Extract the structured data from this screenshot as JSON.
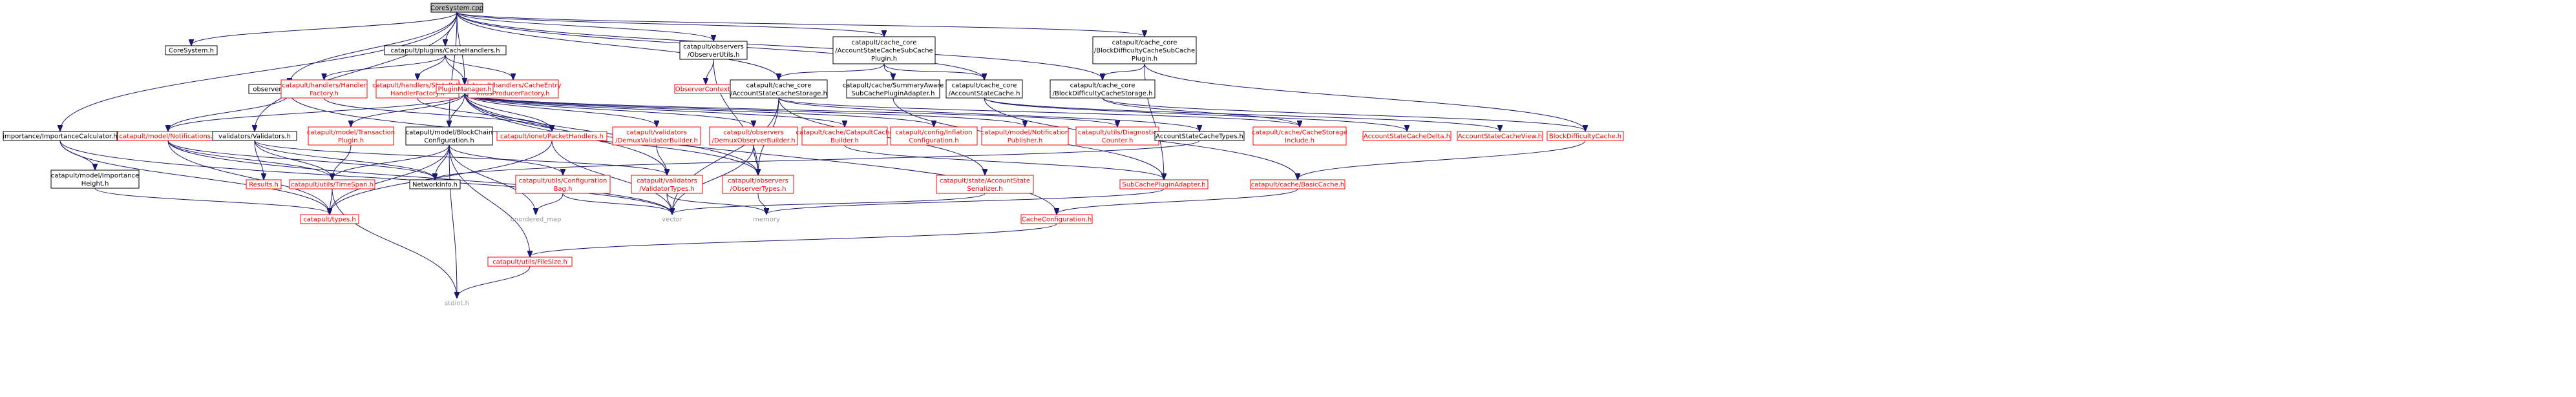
{
  "graph": {
    "colors": {
      "edge": "#191970",
      "box_border_black": "#000000",
      "box_border_red": "#ff0000",
      "root_fill": "#bfbfbf",
      "text_red": "#ff0000",
      "text_gray": "#9a9a9a"
    },
    "nodes": [
      {
        "id": "core_system_cpp",
        "lines": [
          "CoreSystem.cpp"
        ],
        "style": "root"
      },
      {
        "id": "core_system_h",
        "lines": [
          "CoreSystem.h"
        ],
        "style": "black"
      },
      {
        "id": "cache_handlers_h",
        "lines": [
          "catapult/plugins/CacheHandlers.h"
        ],
        "style": "black"
      },
      {
        "id": "observer_utils_h",
        "lines": [
          "catapult/observers",
          "/ObserverUtils.h"
        ],
        "style": "black"
      },
      {
        "id": "acct_cache_subcache_plugin_h",
        "lines": [
          "catapult/cache_core",
          "/AccountStateCacheSubCache",
          "Plugin.h"
        ],
        "style": "black"
      },
      {
        "id": "blockdiff_subcache_plugin_h",
        "lines": [
          "catapult/cache_core",
          "/BlockDifficultyCacheSubCache",
          "Plugin.h"
        ],
        "style": "black"
      },
      {
        "id": "observers_h",
        "lines": [
          "observers/Observers.h"
        ],
        "style": "black"
      },
      {
        "id": "handler_factory_h",
        "lines": [
          "catapult/handlers/Handler",
          "Factory.h"
        ],
        "style": "red"
      },
      {
        "id": "statepath_handler_factory_h",
        "lines": [
          "catapult/handlers/StatePath",
          "HandlerFactory.h"
        ],
        "style": "red"
      },
      {
        "id": "cacheentry_infos_factory_h",
        "lines": [
          "catapult/handlers/CacheEntry",
          "InfosProducerFactory.h"
        ],
        "style": "red"
      },
      {
        "id": "plugin_manager_h",
        "lines": [
          "PluginManager.h"
        ],
        "style": "red"
      },
      {
        "id": "observer_context_h",
        "lines": [
          "ObserverContext.h"
        ],
        "style": "red"
      },
      {
        "id": "account_state_cache_storage_h",
        "lines": [
          "catapult/cache_core",
          "/AccountStateCacheStorage.h"
        ],
        "style": "black"
      },
      {
        "id": "summary_aware_adapter_h",
        "lines": [
          "catapult/cache/SummaryAware",
          "SubCachePluginAdapter.h"
        ],
        "style": "black"
      },
      {
        "id": "account_state_cache_h",
        "lines": [
          "catapult/cache_core",
          "/AccountStateCache.h"
        ],
        "style": "black"
      },
      {
        "id": "blockdiff_cache_storage_h",
        "lines": [
          "catapult/cache_core",
          "/BlockDifficultyCacheStorage.h"
        ],
        "style": "black"
      },
      {
        "id": "importance_calculator_h",
        "lines": [
          "importance/ImportanceCalculator.h"
        ],
        "style": "black"
      },
      {
        "id": "model_notifications_h",
        "lines": [
          "catapult/model/Notifications.h"
        ],
        "style": "red"
      },
      {
        "id": "validators_h",
        "lines": [
          "validators/Validators.h"
        ],
        "style": "black"
      },
      {
        "id": "transaction_plugin_h",
        "lines": [
          "catapult/model/Transaction",
          "Plugin.h"
        ],
        "style": "red"
      },
      {
        "id": "blockchain_config_h",
        "lines": [
          "catapult/model/BlockChain",
          "Configuration.h"
        ],
        "style": "black"
      },
      {
        "id": "packet_handlers_h",
        "lines": [
          "catapult/ionet/PacketHandlers.h"
        ],
        "style": "red"
      },
      {
        "id": "demux_validator_builder_h",
        "lines": [
          "catapult/validators",
          "/DemuxValidatorBuilder.h"
        ],
        "style": "red"
      },
      {
        "id": "demux_observer_builder_h",
        "lines": [
          "catapult/observers",
          "/DemuxObserverBuilder.h"
        ],
        "style": "red"
      },
      {
        "id": "catapult_cache_builder_h",
        "lines": [
          "catapult/cache/CatapultCache",
          "Builder.h"
        ],
        "style": "red"
      },
      {
        "id": "inflation_config_h",
        "lines": [
          "catapult/config/Inflation",
          "Configuration.h"
        ],
        "style": "red"
      },
      {
        "id": "notification_publisher_h",
        "lines": [
          "catapult/model/Notification",
          "Publisher.h"
        ],
        "style": "red"
      },
      {
        "id": "diagnostic_counter_h",
        "lines": [
          "catapult/utils/Diagnostic",
          "Counter.h"
        ],
        "style": "red"
      },
      {
        "id": "account_state_cache_types_h",
        "lines": [
          "AccountStateCacheTypes.h"
        ],
        "style": "black"
      },
      {
        "id": "cache_storage_include_h",
        "lines": [
          "catapult/cache/CacheStorage",
          "Include.h"
        ],
        "style": "red"
      },
      {
        "id": "account_state_cache_delta_h",
        "lines": [
          "AccountStateCacheDelta.h"
        ],
        "style": "red"
      },
      {
        "id": "account_state_cache_view_h",
        "lines": [
          "AccountStateCacheView.h"
        ],
        "style": "red"
      },
      {
        "id": "block_difficulty_cache_h",
        "lines": [
          "BlockDifficultyCache.h"
        ],
        "style": "red"
      },
      {
        "id": "model_importance_height_h",
        "lines": [
          "catapult/model/Importance",
          "Height.h"
        ],
        "style": "black"
      },
      {
        "id": "results_h",
        "lines": [
          "Results.h"
        ],
        "style": "red"
      },
      {
        "id": "time_span_h",
        "lines": [
          "catapult/utils/TimeSpan.h"
        ],
        "style": "red"
      },
      {
        "id": "network_info_h",
        "lines": [
          "NetworkInfo.h"
        ],
        "style": "black"
      },
      {
        "id": "config_bag_h",
        "lines": [
          "catapult/utils/Configuration",
          "Bag.h"
        ],
        "style": "red"
      },
      {
        "id": "validator_types_h",
        "lines": [
          "catapult/validators",
          "/ValidatorTypes.h"
        ],
        "style": "red"
      },
      {
        "id": "observer_types_h",
        "lines": [
          "catapult/observers",
          "/ObserverTypes.h"
        ],
        "style": "red"
      },
      {
        "id": "account_state_serializer_h",
        "lines": [
          "catapult/state/AccountState",
          "Serializer.h"
        ],
        "style": "red"
      },
      {
        "id": "subcache_plugin_adapter_h",
        "lines": [
          "SubCachePluginAdapter.h"
        ],
        "style": "red"
      },
      {
        "id": "basic_cache_h",
        "lines": [
          "catapult/cache/BasicCache.h"
        ],
        "style": "red"
      },
      {
        "id": "types_h",
        "lines": [
          "catapult/types.h"
        ],
        "style": "red"
      },
      {
        "id": "unordered_map",
        "lines": [
          "unordered_map"
        ],
        "style": "gray"
      },
      {
        "id": "vector",
        "lines": [
          "vector"
        ],
        "style": "gray"
      },
      {
        "id": "memory",
        "lines": [
          "memory"
        ],
        "style": "gray"
      },
      {
        "id": "cache_configuration_h",
        "lines": [
          "CacheConfiguration.h"
        ],
        "style": "red"
      },
      {
        "id": "file_size_h",
        "lines": [
          "catapult/utils/FileSize.h"
        ],
        "style": "red"
      },
      {
        "id": "stdint_h",
        "lines": [
          "stdint.h"
        ],
        "style": "gray"
      }
    ],
    "edges": [
      [
        "core_system_cpp",
        "core_system_h"
      ],
      [
        "core_system_cpp",
        "cache_handlers_h"
      ],
      [
        "core_system_cpp",
        "observer_utils_h"
      ],
      [
        "core_system_cpp",
        "acct_cache_subcache_plugin_h"
      ],
      [
        "core_system_cpp",
        "blockdiff_subcache_plugin_h"
      ],
      [
        "core_system_cpp",
        "observers_h"
      ],
      [
        "core_system_cpp",
        "plugin_manager_h"
      ],
      [
        "core_system_cpp",
        "importance_calculator_h"
      ],
      [
        "core_system_cpp",
        "validators_h"
      ],
      [
        "core_system_cpp",
        "blockchain_config_h"
      ],
      [
        "core_system_cpp",
        "account_state_cache_storage_h"
      ],
      [
        "core_system_cpp",
        "account_state_cache_h"
      ],
      [
        "core_system_cpp",
        "blockdiff_cache_storage_h"
      ],
      [
        "cache_handlers_h",
        "handler_factory_h"
      ],
      [
        "cache_handlers_h",
        "statepath_handler_factory_h"
      ],
      [
        "cache_handlers_h",
        "cacheentry_infos_factory_h"
      ],
      [
        "cache_handlers_h",
        "plugin_manager_h"
      ],
      [
        "observer_utils_h",
        "observer_context_h"
      ],
      [
        "observer_utils_h",
        "observer_types_h"
      ],
      [
        "acct_cache_subcache_plugin_h",
        "account_state_cache_storage_h"
      ],
      [
        "acct_cache_subcache_plugin_h",
        "summary_aware_adapter_h"
      ],
      [
        "acct_cache_subcache_plugin_h",
        "account_state_cache_h"
      ],
      [
        "blockdiff_subcache_plugin_h",
        "blockdiff_cache_storage_h"
      ],
      [
        "blockdiff_subcache_plugin_h",
        "block_difficulty_cache_h"
      ],
      [
        "blockdiff_subcache_plugin_h",
        "subcache_plugin_adapter_h"
      ],
      [
        "observers_h",
        "model_notifications_h"
      ],
      [
        "observers_h",
        "observer_types_h"
      ],
      [
        "handler_factory_h",
        "packet_handlers_h"
      ],
      [
        "statepath_handler_factory_h",
        "packet_handlers_h"
      ],
      [
        "plugin_manager_h",
        "transaction_plugin_h"
      ],
      [
        "plugin_manager_h",
        "blockchain_config_h"
      ],
      [
        "plugin_manager_h",
        "packet_handlers_h"
      ],
      [
        "plugin_manager_h",
        "demux_validator_builder_h"
      ],
      [
        "plugin_manager_h",
        "demux_observer_builder_h"
      ],
      [
        "plugin_manager_h",
        "catapult_cache_builder_h"
      ],
      [
        "plugin_manager_h",
        "inflation_config_h"
      ],
      [
        "plugin_manager_h",
        "notification_publisher_h"
      ],
      [
        "plugin_manager_h",
        "diagnostic_counter_h"
      ],
      [
        "plugin_manager_h",
        "validator_types_h"
      ],
      [
        "plugin_manager_h",
        "observer_types_h"
      ],
      [
        "plugin_manager_h",
        "cache_configuration_h"
      ],
      [
        "plugin_manager_h",
        "model_notifications_h"
      ],
      [
        "account_state_cache_storage_h",
        "account_state_cache_types_h"
      ],
      [
        "account_state_cache_storage_h",
        "cache_storage_include_h"
      ],
      [
        "account_state_cache_storage_h",
        "account_state_serializer_h"
      ],
      [
        "account_state_cache_storage_h",
        "observer_types_h"
      ],
      [
        "account_state_cache_storage_h",
        "vector"
      ],
      [
        "summary_aware_adapter_h",
        "subcache_plugin_adapter_h"
      ],
      [
        "account_state_cache_h",
        "account_state_cache_delta_h"
      ],
      [
        "account_state_cache_h",
        "account_state_cache_view_h"
      ],
      [
        "account_state_cache_h",
        "basic_cache_h"
      ],
      [
        "blockdiff_cache_storage_h",
        "cache_storage_include_h"
      ],
      [
        "blockdiff_cache_storage_h",
        "block_difficulty_cache_h"
      ],
      [
        "importance_calculator_h",
        "model_importance_height_h"
      ],
      [
        "importance_calculator_h",
        "types_h"
      ],
      [
        "importance_calculator_h",
        "vector"
      ],
      [
        "model_notifications_h",
        "network_info_h"
      ],
      [
        "model_notifications_h",
        "time_span_h"
      ],
      [
        "model_notifications_h",
        "types_h"
      ],
      [
        "model_notifications_h",
        "vector"
      ],
      [
        "validators_h",
        "results_h"
      ],
      [
        "validators_h",
        "time_span_h"
      ],
      [
        "validators_h",
        "network_info_h"
      ],
      [
        "validators_h",
        "validator_types_h"
      ],
      [
        "transaction_plugin_h",
        "time_span_h"
      ],
      [
        "blockchain_config_h",
        "time_span_h"
      ],
      [
        "blockchain_config_h",
        "network_info_h"
      ],
      [
        "blockchain_config_h",
        "config_bag_h"
      ],
      [
        "blockchain_config_h",
        "types_h"
      ],
      [
        "blockchain_config_h",
        "unordered_map"
      ],
      [
        "blockchain_config_h",
        "file_size_h"
      ],
      [
        "blockchain_config_h",
        "stdint_h"
      ],
      [
        "packet_handlers_h",
        "types_h"
      ],
      [
        "packet_handlers_h",
        "vector"
      ],
      [
        "demux_validator_builder_h",
        "validator_types_h"
      ],
      [
        "demux_observer_builder_h",
        "observer_types_h"
      ],
      [
        "demux_observer_builder_h",
        "vector"
      ],
      [
        "catapult_cache_builder_h",
        "subcache_plugin_adapter_h"
      ],
      [
        "account_state_cache_types_h",
        "network_info_h"
      ],
      [
        "block_difficulty_cache_h",
        "basic_cache_h"
      ],
      [
        "model_importance_height_h",
        "types_h"
      ],
      [
        "time_span_h",
        "types_h"
      ],
      [
        "time_span_h",
        "stdint_h"
      ],
      [
        "config_bag_h",
        "unordered_map"
      ],
      [
        "config_bag_h",
        "vector"
      ],
      [
        "validator_types_h",
        "vector"
      ],
      [
        "validator_types_h",
        "memory"
      ],
      [
        "observer_types_h",
        "memory"
      ],
      [
        "account_state_serializer_h",
        "vector"
      ],
      [
        "subcache_plugin_adapter_h",
        "memory"
      ],
      [
        "basic_cache_h",
        "cache_configuration_h"
      ],
      [
        "cache_configuration_h",
        "file_size_h"
      ],
      [
        "file_size_h",
        "stdint_h"
      ]
    ]
  }
}
